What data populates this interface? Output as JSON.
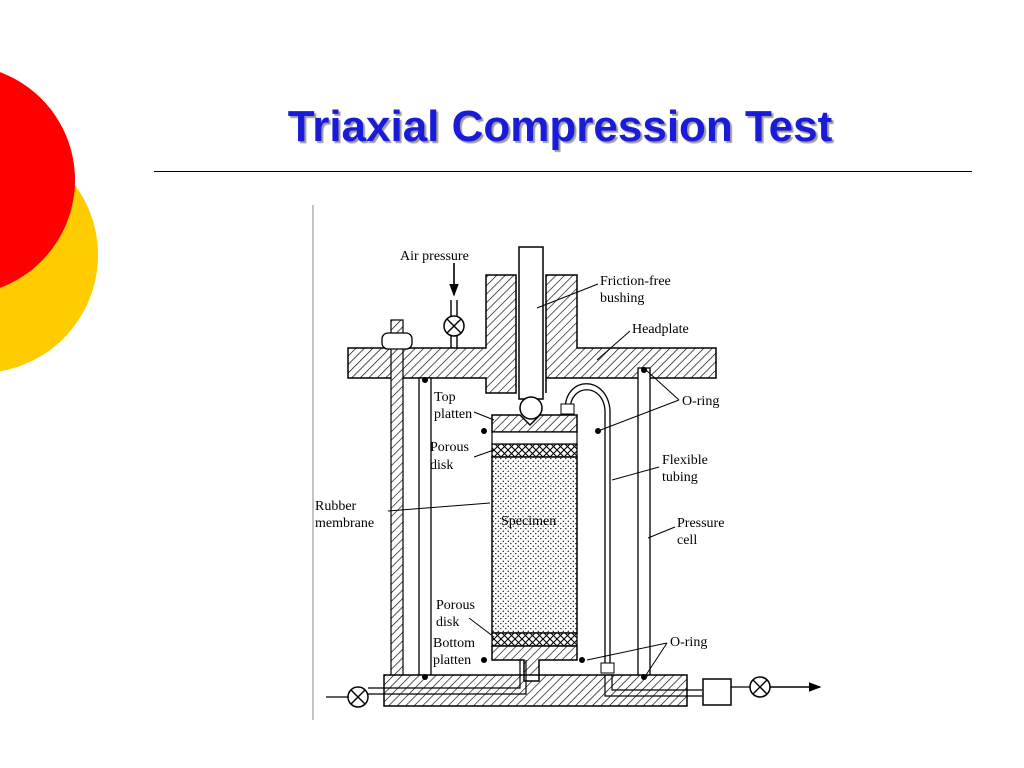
{
  "slide": {
    "title": "Triaxial Compression Test",
    "colors": {
      "title": "#1a1ad9",
      "deco_circle_red": "#ff0000",
      "deco_circle_yellow": "#ffcc00"
    }
  },
  "diagram": {
    "labels": {
      "air_pressure": "Air pressure",
      "friction_free_1": "Friction-free",
      "friction_free_2": "bushing",
      "headplate": "Headplate",
      "o_ring_top": "O-ring",
      "top_platten_1": "Top",
      "top_platten_2": "platten",
      "porous_top_1": "Porous",
      "porous_top_2": "disk",
      "flexible_1": "Flexible",
      "flexible_2": "tubing",
      "rubber_1": "Rubber",
      "rubber_2": "membrane",
      "specimen": "Specimen",
      "pressure_cell_1": "Pressure",
      "pressure_cell_2": "cell",
      "porous_bottom_1": "Porous",
      "porous_bottom_2": "disk",
      "bottom_platten_1": "Bottom",
      "bottom_platten_2": "platten",
      "o_ring_bottom": "O-ring"
    }
  }
}
